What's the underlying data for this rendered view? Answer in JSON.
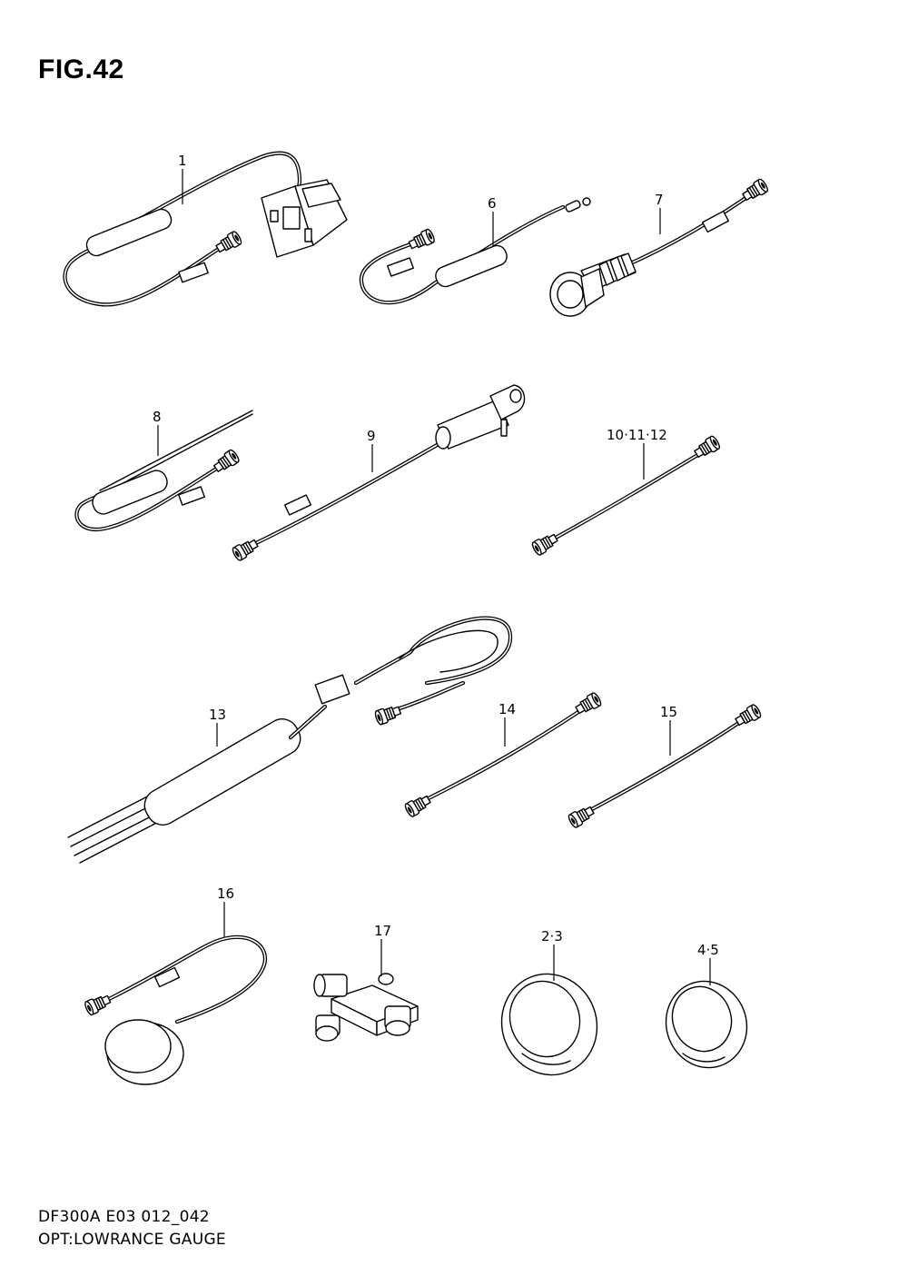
{
  "figure": {
    "title": "FIG.42"
  },
  "parts": [
    {
      "id": "p1",
      "label": "1"
    },
    {
      "id": "p6",
      "label": "6"
    },
    {
      "id": "p7",
      "label": "7"
    },
    {
      "id": "p8",
      "label": "8"
    },
    {
      "id": "p9",
      "label": "9"
    },
    {
      "id": "p10",
      "label": "10·11·12"
    },
    {
      "id": "p13",
      "label": "13"
    },
    {
      "id": "p14",
      "label": "14"
    },
    {
      "id": "p15",
      "label": "15"
    },
    {
      "id": "p16",
      "label": "16"
    },
    {
      "id": "p17",
      "label": "17"
    },
    {
      "id": "p2",
      "label": "2·3"
    },
    {
      "id": "p4",
      "label": "4·5"
    }
  ],
  "footer": {
    "line1": "DF300A  E03 012_042",
    "line2": "OPT:LOWRANCE GAUGE"
  }
}
